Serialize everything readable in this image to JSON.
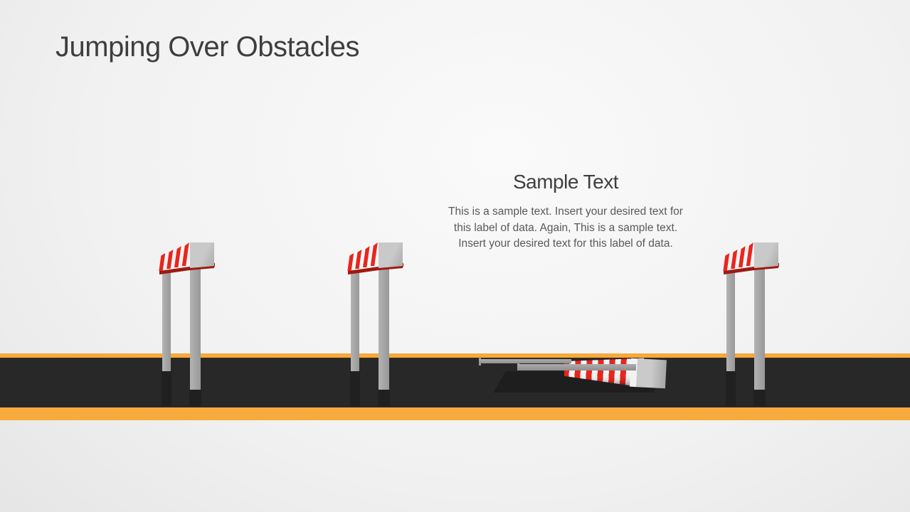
{
  "slide": {
    "title": "Jumping Over Obstacles",
    "text_block": {
      "heading": "Sample Text",
      "body": "This is a sample text. Insert your desired text for this label of data. Again, This is a sample text. Insert your desired text for this label of data."
    },
    "graphics": {
      "standing_hurdle_count": 3,
      "fallen_hurdle_count": 1,
      "scene": "track-hurdles-on-road"
    },
    "colors": {
      "title_text": "#3e3e3e",
      "heading_text": "#3f3f3f",
      "body_text": "#595959",
      "background": "#f1f1f1",
      "road_surface": "#282828",
      "road_stripe_orange": "#f8ab3d",
      "hurdle_red": "#e8261e",
      "hurdle_red_dark": "#9e1a10",
      "hurdle_gray": "#a8a8a8"
    }
  }
}
